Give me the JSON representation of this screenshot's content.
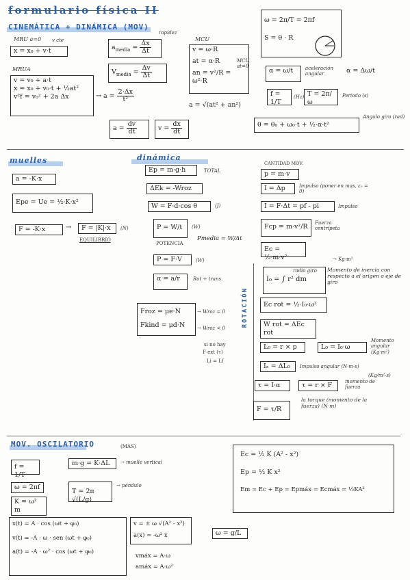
{
  "title": "formulario física II",
  "sections": {
    "cinematica": "CINEMÁTICA + DINÁMICA (MOV)",
    "muelles": "muelles",
    "dinamica": "dinámica",
    "cantidad": "CANTIDAD MOV.",
    "rotacion": "ROTACIÓN",
    "oscilatorio": "MOV. OSCILATORIO",
    "mas": "(MAS)"
  },
  "kin": {
    "mru_label": "MRU a=0",
    "vcte": "v cte",
    "mru_eq": "x = x₀ + v·t",
    "mrua_label": "MRUA",
    "mrua_1": "v = v₀ + a·t",
    "mrua_2": "x = x₀ + v₀·t + ½at²",
    "mrua_3": "v²f = v₀² + 2a Δx",
    "accel_pre": "→ a =",
    "accel_n": "2·Δx",
    "accel_d": "t²",
    "amedia": "a",
    "amedia_sub": "media",
    "amedia_n": "Δx",
    "amedia_d": "Δt",
    "rapidez": "rapidez",
    "vmedia": "V",
    "vmedia_sub": "media",
    "vmedia_n": "Δv",
    "vmedia_d": "Δt",
    "a_dv_n": "dv",
    "a_dv_d": "dt",
    "a_pre": "a =",
    "v_pre": "v =",
    "v_dx_n": "dx",
    "v_dx_d": "dt",
    "mcu_label": "MCU",
    "mcu_1": "v = ω·R",
    "mcu_2": "at = α·R",
    "mcu_2b": "MCU  at=0",
    "mcu_3": "an = v²/R = ω²·R",
    "mcu_total": "a = √(at² + an²)",
    "omega_eq": "ω = 2π/T = 2πf",
    "arc_eq": "S = θ · R",
    "alpha_eq": "α = ω/t",
    "alpha_note": "aceleración angular",
    "alpha_def": "α = Δω/t",
    "freq_eq": "f = 1/T",
    "hz": "(Hz)",
    "period_eq": "T = 2π/ω",
    "period_note": "Periodo (s)",
    "theta_eq": "θ = θ₀ + ω₀·t + ½·α·t²",
    "theta_note": "Angulo giro (rad)"
  },
  "spring": {
    "a_eq": "a = -K·x",
    "epe": "Epe = Ue = ½·K·x²",
    "f_eq": "F = -K·x",
    "f_eq2": "F = |K|·x",
    "n": "(N)",
    "equilibrio": "EQUILIBRIO"
  },
  "dyn": {
    "ep": "Ep = m·g·h",
    "total": "TOTAL",
    "dek": "ΔEk = -Wroz",
    "work": "W = F·d·cos θ",
    "j": "(J)",
    "power": "P = W/t",
    "w": "(W)",
    "potencia": "POTENCIA",
    "pmedia": "Pmedia = W/Δt",
    "pfv": "P = F·V",
    "w2": "(W)",
    "alpha_r": "α = a/r",
    "rot_trans": "Rot + trans.",
    "froz_e": "Froz = μe·N",
    "froz_d": "Fkind = μd·N",
    "wroz_0": "→ Wroz = 0",
    "wroz_lt": "→ Wroz < 0",
    "no_hay": "si no hay",
    "fext": "F ext (τ)",
    "li_lf": "Li = Lf"
  },
  "mom": {
    "p": "p = m·v",
    "impulso": "I = Δp",
    "impulso_note": "Impulso (poner en mas, ε₀ = 0)",
    "impulso2": "I = F·Δt = pf - pi",
    "impulso2_note": "Impulso",
    "fcp": "Fcp = m·v²/R",
    "fcp_note": "Fuerza centrípeta",
    "ec": "Ec = ½·m·v²",
    "kgm2": "→ Kg·m²",
    "inertia": "I₀ = ∫ r² dm",
    "radio": "radio giro",
    "inertia_note": "Momento de inercia con respecto a el origen o eje de giro",
    "ecrot": "Ec rot = ½·I₀·ω²",
    "wrot": "W rot = ΔEc rot",
    "angmom": "L₀ = r × p",
    "angmom2": "L₀ = I₀·ω",
    "angmom_note": "Momento angular (Kg·m²)",
    "ang_imp": "Iₓ = ΔL₀",
    "ang_imp_note": "Impulso angular (N·m·s)",
    "units2": "(Kg/m²·s)",
    "torque1": "τ = I·α",
    "torque2": "τ = r × F",
    "moment_note": "momento de fuerza",
    "force_r": "F = τ/R",
    "torque_note": "la torque (momento de la fuerza) (N·m)"
  },
  "osc": {
    "f": "f = 1/T",
    "mg": "m·g = K·ΔL",
    "mg_note": "→ muelle vertical",
    "omega": "ω = 2πf",
    "k": "K = ω² m",
    "pendulum": "T = 2π √(L/g)",
    "pendulum_note": "→ péndulo",
    "energy1": "Ec = ½ K (A² - x²)",
    "energy2": "Ep = ½ K x²",
    "energy3": "Em = Ec + Ep = Epmáx = Ecmáx = ½KA²",
    "x_t": "x(t) = A · cos (ωt + φ₀)",
    "v_t": "v(t) = -A · ω · sen (ωt + φ₀)",
    "a_t": "a(t) = -A · ω² · cos (ωt + φ₀)",
    "v_x": "v = ± ω √(A² - x²)",
    "a_x": "a(x) = -ω² x",
    "vmax": "vmáx = A·ω",
    "amax": "amáx = A·ω²",
    "w_gl": "ω = g/L"
  },
  "colors": {
    "accent": "#2a5fa8",
    "highlight": "#a9c7ea",
    "ink": "#222222"
  }
}
